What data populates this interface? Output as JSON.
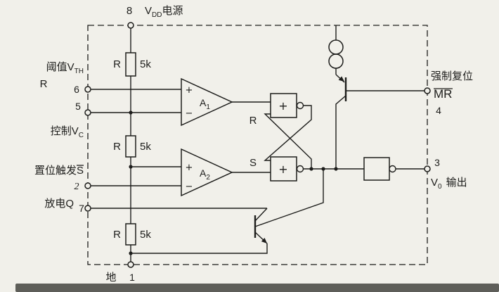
{
  "colors": {
    "paper": "#f1f0ea",
    "ink": "#1d1d1b",
    "shadow": "#44443f"
  },
  "pins": {
    "p8": {
      "num": "8",
      "name_main": "V",
      "name_sub": "DD",
      "name_rest": "电源"
    },
    "p6": {
      "num": "6",
      "name_main": "阈值V",
      "name_sub": "TH",
      "name_line2": "R"
    },
    "p5": {
      "num": "5",
      "name_main": "控制V",
      "name_sub": "C"
    },
    "p2": {
      "num": "2",
      "name_main": "置位触发",
      "name_overline": "S"
    },
    "p7": {
      "num": "7",
      "name": "放电Q"
    },
    "p1": {
      "num": "1",
      "name": "地"
    },
    "p4": {
      "num": "4",
      "name": "强制复位",
      "name_overline": "MR"
    },
    "p3": {
      "num": "3",
      "name_main": "V",
      "name_sub": "0",
      "name_rest": "输出"
    }
  },
  "resistors": {
    "top": {
      "name": "R",
      "value": "5k"
    },
    "mid": {
      "name": "R",
      "value": "5k"
    },
    "bot": {
      "name": "R",
      "value": "5k"
    }
  },
  "comparators": {
    "a1": {
      "name_main": "A",
      "name_sub": "1",
      "plus": "+",
      "minus": "−"
    },
    "a2": {
      "name_main": "A",
      "name_sub": "2",
      "plus": "+",
      "minus": "−"
    }
  },
  "flipflop": {
    "r_input": "R",
    "s_input": "S",
    "nor_symbol_top": "+",
    "nor_symbol_bottom": "+"
  }
}
